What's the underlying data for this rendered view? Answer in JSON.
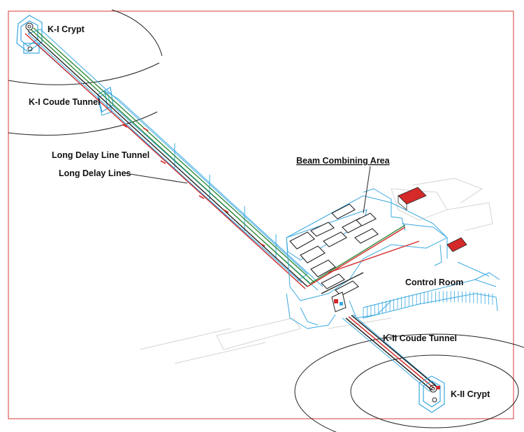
{
  "labels": {
    "k1_crypt": "K-I Crypt",
    "k1_coude": "K-I Coude Tunnel",
    "ldl_tunnel": "Long Delay Line Tunnel",
    "ldl_lines": "Long Delay Lines",
    "beam_combining": "Beam Combining Area",
    "control_room": "Control Room",
    "k2_coude": "K-II Coude Tunnel",
    "k2_crypt": "K-II Crypt"
  },
  "colors": {
    "frame": "#e05a5a",
    "structure": "#3aa8e0",
    "beam_green": "#2f8a3a",
    "beam_red": "#d42a2a",
    "beam_black": "#222222",
    "dome": "#222222"
  }
}
